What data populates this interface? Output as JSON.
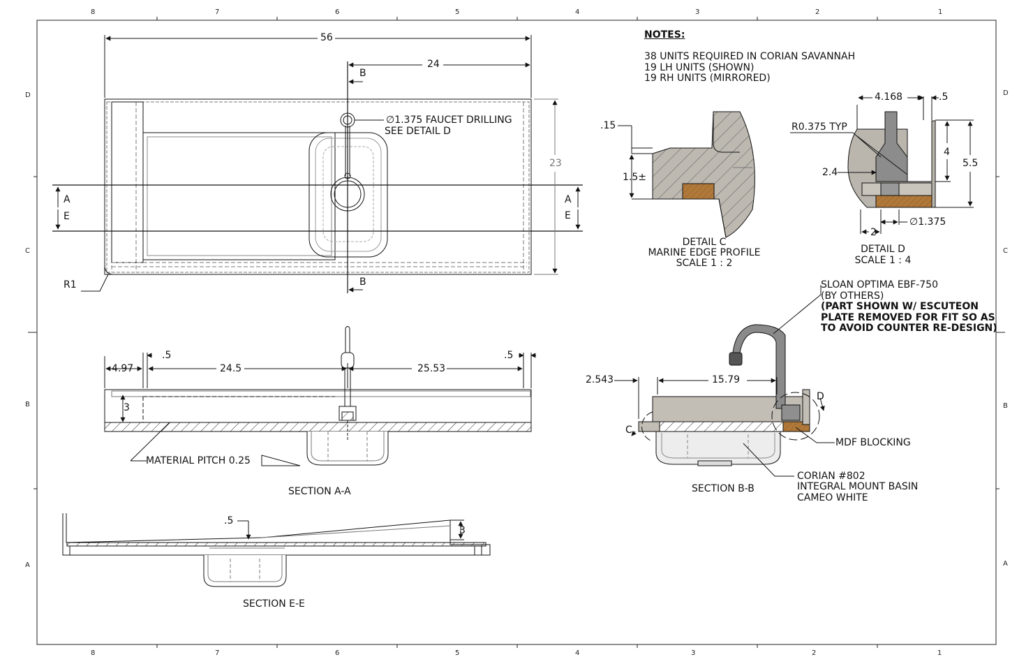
{
  "zones": {
    "columns": [
      "8",
      "7",
      "6",
      "5",
      "4",
      "3",
      "2",
      "1"
    ],
    "rows": [
      "D",
      "C",
      "B",
      "A"
    ]
  },
  "notes": {
    "heading": "NOTES:",
    "lines": [
      "38 UNITS REQUIRED IN CORIAN SAVANNAH",
      "19 LH UNITS (SHOWN)",
      "19 RH UNITS (MIRRORED)"
    ]
  },
  "plan": {
    "dim_overall": "56",
    "dim_faucet": "24",
    "dim_depth": "23",
    "radius": "R1",
    "faucet_note": [
      "∅1.375 FAUCET DRILLING",
      "SEE DETAIL D"
    ],
    "section_a": "A",
    "section_e": "E",
    "section_b": "B"
  },
  "section_aa": {
    "title": "SECTION A-A",
    "dims": {
      "d1": "4.97",
      "d2": ".5",
      "d3": "24.5",
      "d4": "25.53",
      "d5": ".5",
      "d6": "3"
    },
    "pitch": "MATERIAL PITCH 0.25"
  },
  "section_ee": {
    "title": "SECTION E-E",
    "dims": {
      "d1": ".5",
      "d2": "3"
    }
  },
  "detail_c": {
    "title": [
      "DETAIL C",
      "MARINE EDGE PROFILE",
      "SCALE 1 : 2"
    ],
    "dims": {
      "d1": ".15",
      "d2": "1.5±"
    }
  },
  "detail_d": {
    "title": [
      "DETAIL D",
      "SCALE 1 : 4"
    ],
    "dims": {
      "d1": "4.168",
      "d2": ".5",
      "d3": "R0.375 TYP",
      "d4": "4",
      "d5": "5.5",
      "d6": "2.4",
      "d7": "2",
      "d8": "∅1.375"
    }
  },
  "section_bb": {
    "title": "SECTION B-B",
    "dims": {
      "d1": "2.543",
      "d2": "15.79"
    },
    "detail_c_tag": "C",
    "detail_d_tag": "D",
    "faucet_note": [
      "SLOAN OPTIMA EBF-750",
      "(BY OTHERS)"
    ],
    "faucet_note_bold": [
      "(PART SHOWN W/ ESCUTEON",
      "PLATE REMOVED FOR FIT SO AS",
      "TO AVOID COUNTER RE-DESIGN)"
    ],
    "mdf": "MDF BLOCKING",
    "basin": [
      "CORIAN #802",
      "INTEGRAL MOUNT BASIN",
      "CAMEO WHITE"
    ]
  },
  "colors": {
    "line": "#111111",
    "stone": "#b9b5ad",
    "wood": "#b0793a",
    "basin": "#e8e8e8"
  }
}
